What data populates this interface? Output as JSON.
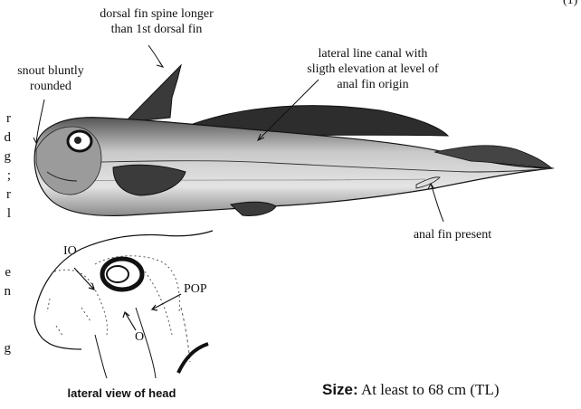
{
  "annotations": {
    "dorsal_spine": [
      "dorsal fin spine longer",
      "than 1st dorsal fin"
    ],
    "snout": [
      "snout bluntly",
      "rounded"
    ],
    "lateral_line": [
      "lateral line canal with",
      "sligth elevation at level of",
      "anal fin origin"
    ],
    "anal_fin": "anal fin present"
  },
  "head_labels": {
    "io": "IO",
    "pop": "POP",
    "o": "O"
  },
  "caption": "lateral view of head",
  "size": {
    "label": "Size:",
    "value": "At least to 68 cm (TL)"
  },
  "corner_fragment": "(1)",
  "left_fragments": [
    "r",
    "d",
    "g",
    ";",
    "r",
    "l",
    "e",
    "n",
    "g"
  ]
}
